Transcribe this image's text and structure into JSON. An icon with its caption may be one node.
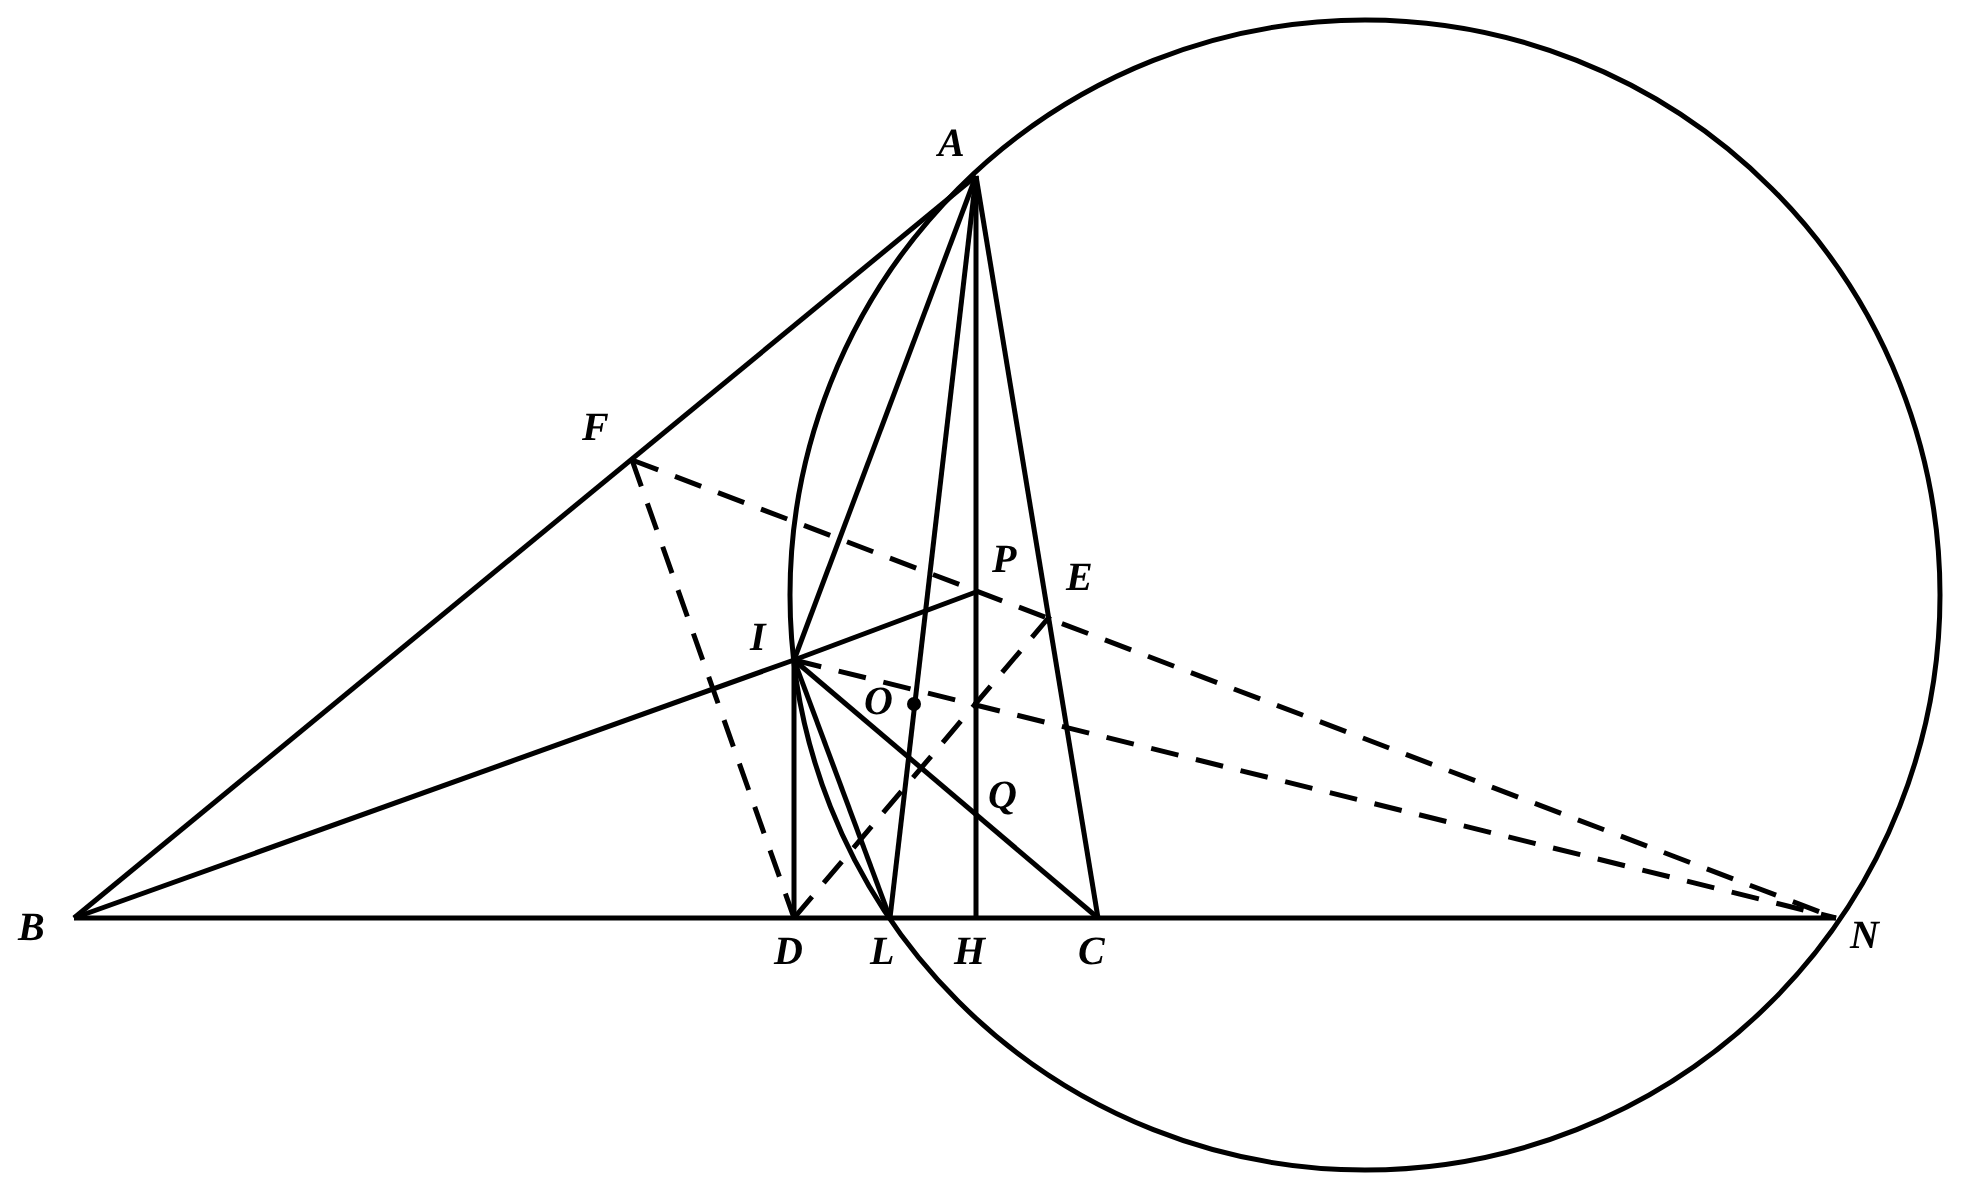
{
  "diagram": {
    "labels": [
      "A",
      "F",
      "P",
      "E",
      "I",
      "O",
      "Q",
      "B",
      "D",
      "L",
      "H",
      "C",
      "N"
    ]
  }
}
